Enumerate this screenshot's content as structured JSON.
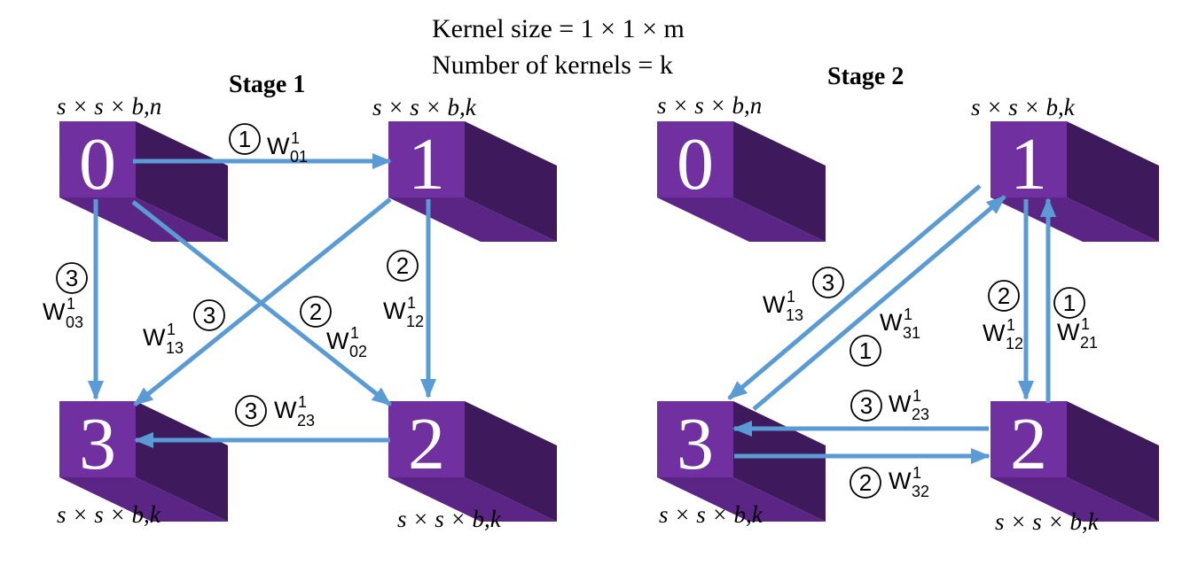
{
  "header": {
    "kernel_size": "Kernel size = 1 × 1 ×  m",
    "num_kernels": "Number of kernels  = k"
  },
  "stages": [
    {
      "title": "Stage 1",
      "nodes": [
        {
          "id": "0",
          "dims": "s × s × b,n"
        },
        {
          "id": "1",
          "dims": "s × s × b,k"
        },
        {
          "id": "2",
          "dims": "s × s × b,k"
        },
        {
          "id": "3",
          "dims": "s × s × b,k"
        }
      ],
      "edges": [
        {
          "from": "0",
          "to": "1",
          "step": "1",
          "weight_sub": "01"
        },
        {
          "from": "1",
          "to": "2",
          "step": "2",
          "weight_sub": "12"
        },
        {
          "from": "0",
          "to": "2",
          "step": "2",
          "weight_sub": "02"
        },
        {
          "from": "0",
          "to": "3",
          "step": "3",
          "weight_sub": "03"
        },
        {
          "from": "1",
          "to": "3",
          "step": "3",
          "weight_sub": "13"
        },
        {
          "from": "2",
          "to": "3",
          "step": "3",
          "weight_sub": "23"
        }
      ]
    },
    {
      "title": "Stage 2",
      "nodes": [
        {
          "id": "0",
          "dims": "s × s × b,n"
        },
        {
          "id": "1",
          "dims": "s × s × b,k"
        },
        {
          "id": "2",
          "dims": "s × s × b,k"
        },
        {
          "id": "3",
          "dims": "s × s × b,k"
        }
      ],
      "edges": [
        {
          "from": "1",
          "to": "3",
          "step": "3",
          "weight_sub": "13"
        },
        {
          "from": "3",
          "to": "1",
          "step": "1",
          "weight_sub": "31"
        },
        {
          "from": "1",
          "to": "2",
          "step": "2",
          "weight_sub": "12"
        },
        {
          "from": "2",
          "to": "1",
          "step": "1",
          "weight_sub": "21"
        },
        {
          "from": "2",
          "to": "3",
          "step": "3",
          "weight_sub": "23"
        },
        {
          "from": "3",
          "to": "2",
          "step": "2",
          "weight_sub": "32"
        }
      ]
    }
  ],
  "weight_symbol": "W",
  "weight_sup": "1",
  "step_glyphs": {
    "1": "①",
    "2": "②",
    "3": "③"
  },
  "colors": {
    "cube_front": "#7030A0",
    "cube_side": "#3E1A5C",
    "cube_top": "#5A2585",
    "arrow": "#5B9BD5"
  }
}
